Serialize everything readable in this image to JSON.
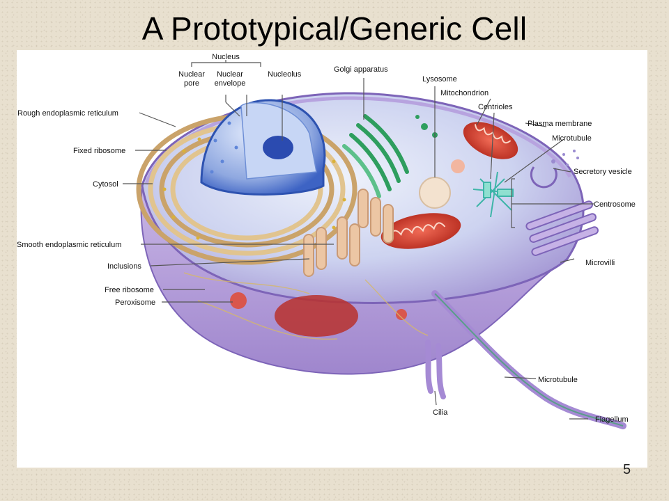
{
  "slide": {
    "title": "A Prototypical/Generic Cell",
    "page_number": "5"
  },
  "diagram": {
    "labels": {
      "nucleus": "Nucleus",
      "nuclear_pore_1": "Nuclear",
      "nuclear_pore_2": "pore",
      "nuclear_envelope_1": "Nuclear",
      "nuclear_envelope_2": "envelope",
      "nucleolus": "Nucleolus",
      "golgi": "Golgi apparatus",
      "lysosome": "Lysosome",
      "mitochondrion": "Mitochondrion",
      "centrioles": "Centrioles",
      "plasma_membrane": "Plasma membrane",
      "microtubule_top": "Microtubule",
      "secretory_vesicle": "Secretory vesicle",
      "centrosome": "Centrosome",
      "microvilli": "Microvilli",
      "microtubule_bottom": "Microtubule",
      "flagellum": "Flagellum",
      "cilia": "Cilia",
      "rough_er": "Rough endoplasmic reticulum",
      "fixed_ribosome": "Fixed ribosome",
      "cytosol": "Cytosol",
      "smooth_er": "Smooth endoplasmic reticulum",
      "inclusions": "Inclusions",
      "free_ribosome": "Free ribosome",
      "peroxisome": "Peroxisome"
    }
  }
}
